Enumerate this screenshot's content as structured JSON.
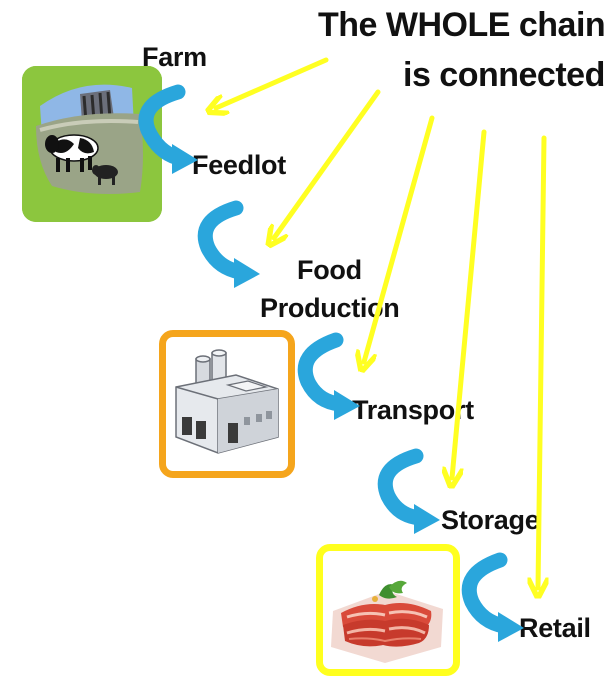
{
  "title": {
    "line1": "The WHOLE chain",
    "line2": "is connected"
  },
  "stages": [
    {
      "label": "Farm"
    },
    {
      "label": "Feedlot"
    },
    {
      "label": "Food"
    },
    {
      "label": "Production"
    },
    {
      "label": "Transport"
    },
    {
      "label": "Storage"
    },
    {
      "label": "Retail"
    }
  ],
  "colors": {
    "pointer_arrows": "#ffff22",
    "flow_arrows": "#2aa6dc",
    "farm_box": "#8cc63e",
    "factory_box_border": "#f5a51c",
    "meat_box_border": "#ffff1e"
  },
  "icons": {
    "farm": "farm-cows-icon",
    "factory": "factory-building-icon",
    "retail": "packaged-meat-icon"
  }
}
